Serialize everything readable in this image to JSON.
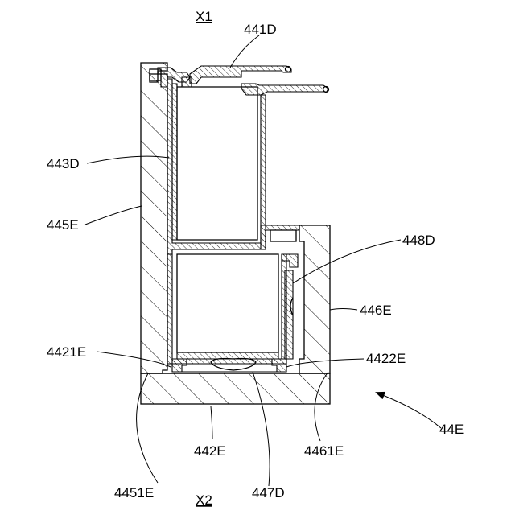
{
  "colors": {
    "ink": "#000000",
    "paper": "#ffffff"
  },
  "axis_labels": {
    "top": "X1",
    "bottom": "X2"
  },
  "callouts": {
    "c441D": "441D",
    "c443D": "443D",
    "c445E": "445E",
    "c448D": "448D",
    "c446E": "446E",
    "c4421E": "4421E",
    "c4422E": "4422E",
    "c442E": "442E",
    "c4461E": "4461E",
    "c44E": "44E",
    "c4451E": "4451E",
    "c447D": "447D"
  }
}
